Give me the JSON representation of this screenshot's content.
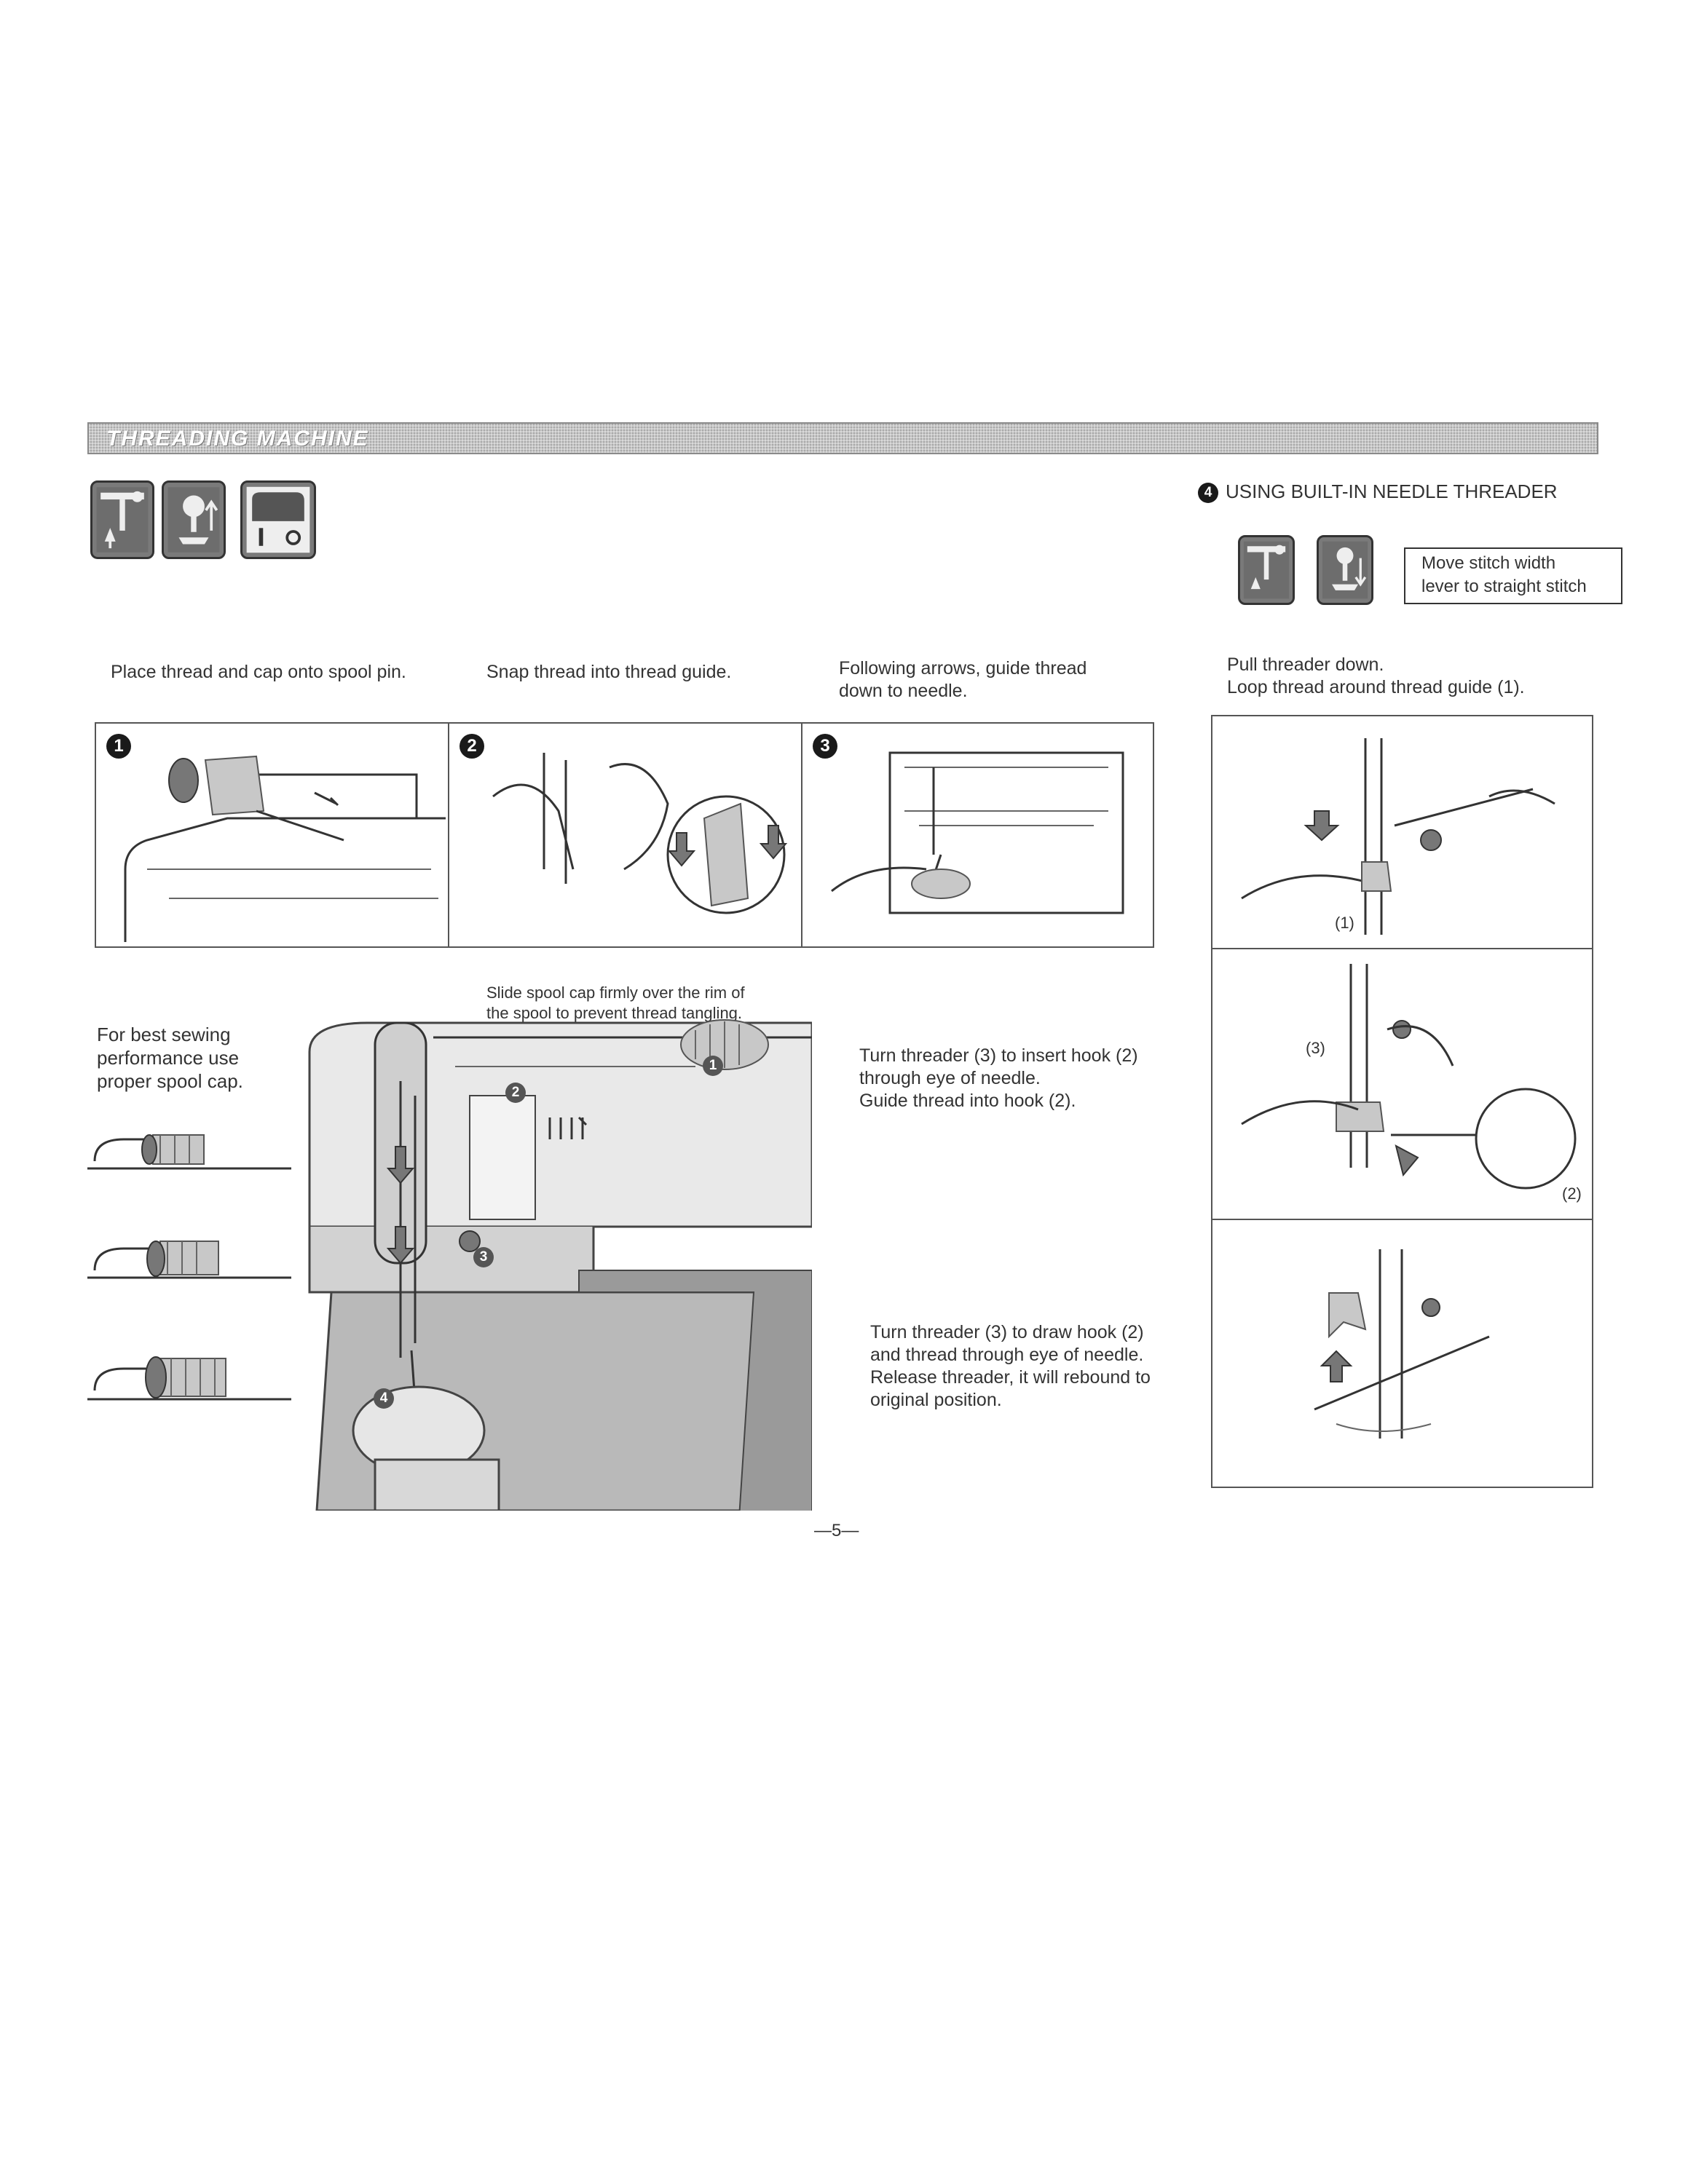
{
  "header": {
    "section_title": "THREADING MACHINE"
  },
  "icons_left": [
    "needle-up-icon",
    "presser-foot-up-icon",
    "power-off-icon"
  ],
  "icons_right": [
    "needle-up-icon",
    "presser-foot-down-icon"
  ],
  "built_in_threader": {
    "number": "4",
    "title": "USING BUILT-IN NEEDLE THREADER",
    "note": "Move stitch width\nlever to straight stitch"
  },
  "steps": [
    {
      "number": "1",
      "caption": "Place thread and cap onto spool pin."
    },
    {
      "number": "2",
      "caption": "Snap thread into thread guide."
    },
    {
      "number": "3",
      "caption": "Following arrows, guide thread\ndown to needle."
    }
  ],
  "threader_steps": {
    "pull": "Pull threader down.\nLoop thread around thread guide (1).",
    "turn_insert": "Turn threader (3) to insert hook (2)\nthrough eye of needle.\nGuide thread into hook (2).",
    "turn_draw": "Turn threader (3) to draw hook (2)\nand thread through eye of needle.\nRelease threader, it will rebound to\noriginal position.",
    "label_1": "(1)",
    "label_3": "(3)",
    "label_2": "(2)"
  },
  "spool_cap": {
    "advice": "For best sewing\nperformance use\nproper spool cap.",
    "slide_note": "Slide spool cap firmly over the rim of\nthe spool to prevent thread tangling."
  },
  "diagram_markers": [
    "1",
    "2",
    "3",
    "4"
  ],
  "page_number": "—5—"
}
